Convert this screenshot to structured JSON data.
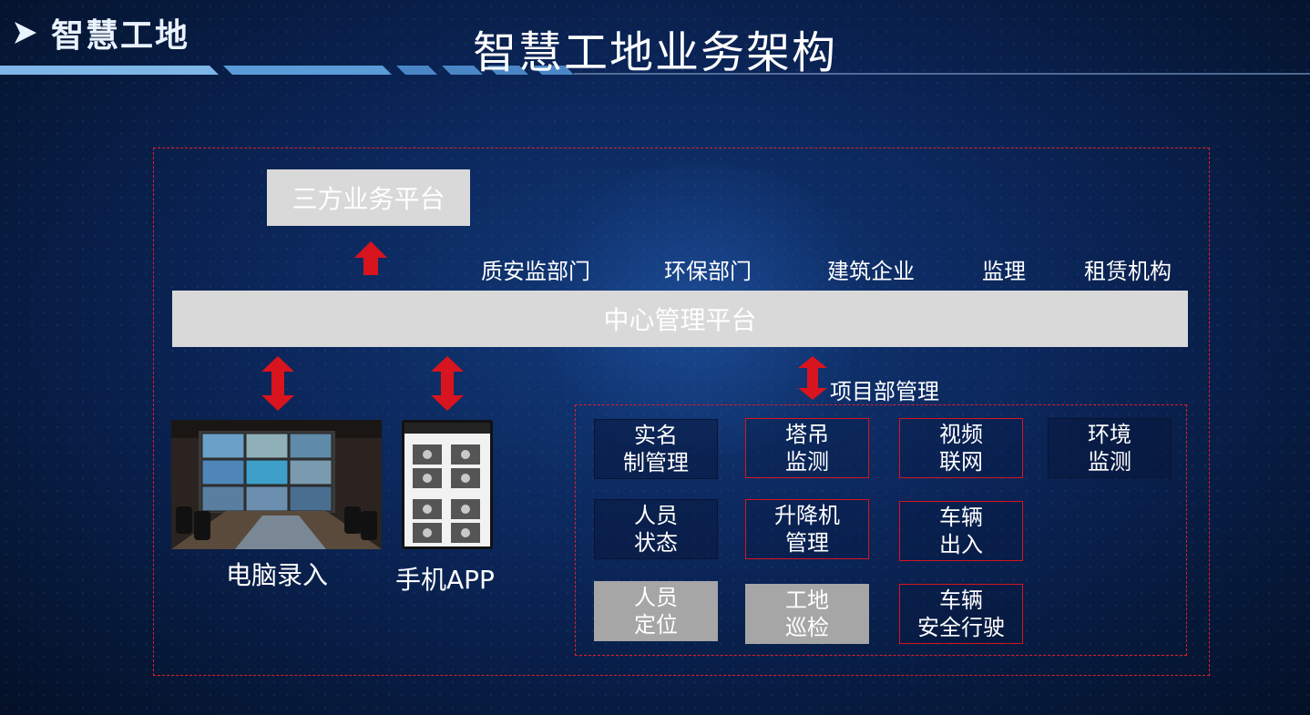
{
  "header": {
    "section_title": "智慧工地",
    "main_title": "智慧工地业务架构"
  },
  "nodes": {
    "third_party": "三方业务平台",
    "center": "中心管理平台",
    "project_mgmt": "项目部管理"
  },
  "departments": [
    "质安监部门",
    "环保部门",
    "建筑企业",
    "监理",
    "租赁机构"
  ],
  "inputs": {
    "pc": "电脑录入",
    "phone": "手机APP"
  },
  "modules": [
    {
      "line1": "实名",
      "line2": "制管理",
      "style": "dark"
    },
    {
      "line1": "塔吊",
      "line2": "监测",
      "style": "red"
    },
    {
      "line1": "视频",
      "line2": "联网",
      "style": "red"
    },
    {
      "line1": "环境",
      "line2": "监测",
      "style": "dark"
    },
    {
      "line1": "人员",
      "line2": "状态",
      "style": "dark"
    },
    {
      "line1": "升降机",
      "line2": "管理",
      "style": "red"
    },
    {
      "line1": "车辆",
      "line2": "出入",
      "style": "red"
    },
    {
      "line1": "人员",
      "line2": "定位",
      "style": "gray"
    },
    {
      "line1": "工地",
      "line2": "巡检",
      "style": "gray"
    },
    {
      "line1": "车辆",
      "line2": "安全行驶",
      "style": "red"
    }
  ],
  "colors": {
    "accent_red": "#d8141e",
    "box_gray": "#d9d9d9",
    "bg_blue": "#0b2558"
  }
}
